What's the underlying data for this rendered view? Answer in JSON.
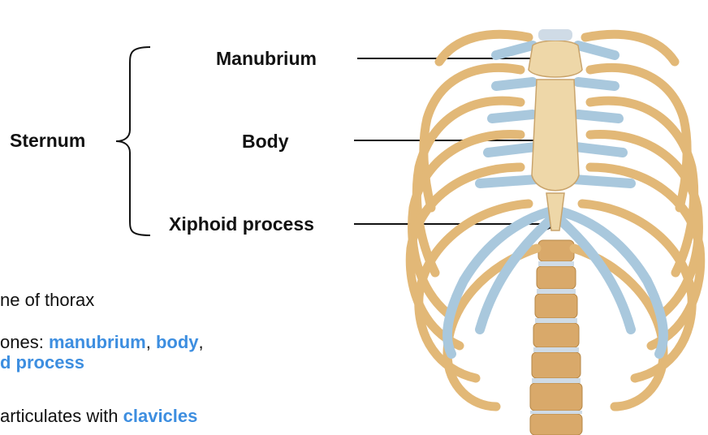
{
  "labels": {
    "sternum": "Sternum",
    "manubrium": "Manubrium",
    "body": "Body",
    "xiphoid": "Xiphoid process"
  },
  "bullets": {
    "b1_text": "ne of thorax",
    "b2_prefix": "ones: ",
    "b2_manubrium": "manubrium",
    "b2_comma1": ", ",
    "b2_body": "body",
    "b2_comma2": ",",
    "b2_line2": "d process",
    "b3_prefix": "articulates with ",
    "b3_clavicles": "clavicles"
  },
  "colors": {
    "highlight": "#3d8ee0",
    "bone": "#e7c48c",
    "cartilage": "#a9c8dd"
  }
}
